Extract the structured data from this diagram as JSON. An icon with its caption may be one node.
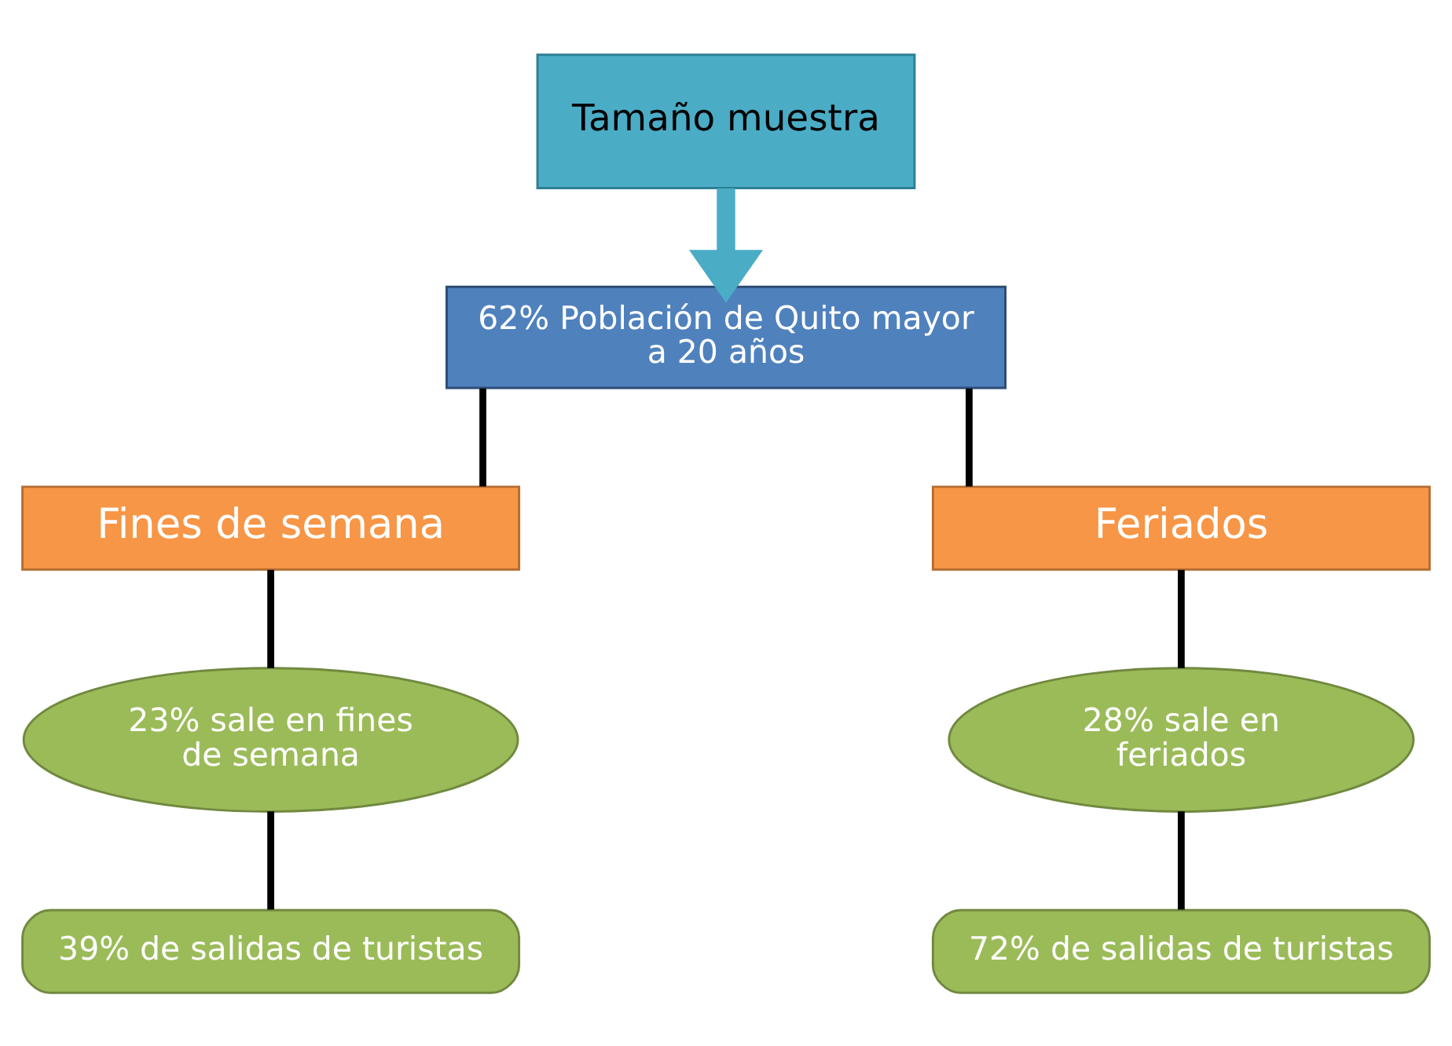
{
  "diagram": {
    "nodes": [
      {
        "text": [
          "Tamaño muestra"
        ]
      },
      {
        "text": [
          "62% Población de Quito mayor a 20 años"
        ]
      },
      {
        "text": [
          "Fines de semana"
        ]
      },
      {
        "text": [
          "Feriados"
        ]
      },
      {
        "text": [
          "23% sale en fines de semana"
        ]
      },
      {
        "text": [
          "28% sale en feriados"
        ]
      },
      {
        "text": [
          "39% de salidas de turistas"
        ]
      },
      {
        "text": [
          "72% de salidas de turistas"
        ]
      }
    ],
    "edges": [
      {
        "from": 0,
        "to": 1,
        "arrow": "to",
        "style": "thick",
        "color": "#4bacc6"
      },
      {
        "from": 1,
        "to": 2,
        "arrow": "none"
      },
      {
        "from": 1,
        "to": 3,
        "arrow": "none"
      },
      {
        "from": 2,
        "to": 4,
        "arrow": "none"
      },
      {
        "from": 3,
        "to": 5,
        "arrow": "none"
      },
      {
        "from": 4,
        "to": 6,
        "arrow": "none"
      },
      {
        "from": 5,
        "to": 7,
        "arrow": "none"
      }
    ]
  }
}
